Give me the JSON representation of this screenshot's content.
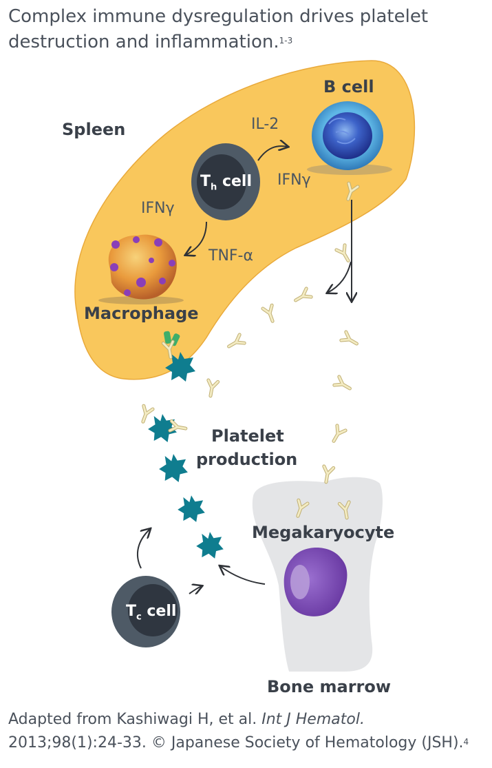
{
  "title": {
    "text": "Complex immune dysregulation drives platelet destruction and inflammation.",
    "ref": "1-3"
  },
  "labels": {
    "spleen": "Spleen",
    "b_cell": "B cell",
    "macrophage": "Macrophage",
    "platelet_production_1": "Platelet",
    "platelet_production_2": "production",
    "megakaryocyte": "Megakaryocyte",
    "bone_marrow": "Bone marrow"
  },
  "cells": {
    "th": {
      "letter": "T",
      "sub": "h",
      "suffix": " cell"
    },
    "tc": {
      "letter": "T",
      "sub": "c",
      "suffix": " cell"
    }
  },
  "cytokines": {
    "il2": "IL-2",
    "ifn_b": "IFNγ",
    "ifn_left": "IFNγ",
    "tnf": "TNF-α"
  },
  "credit": {
    "line1_a": "Adapted from Kashiwagi H, et al. ",
    "line1_journal": "Int J Hematol.",
    "line2": "2013;98(1):24-33. © Japanese Society of Hematology (JSH).",
    "ref": "4"
  },
  "colors": {
    "spleen": "#f9c75c",
    "spleen_edge": "#e9a93a",
    "t_cell_outer": "#4e5a66",
    "t_cell_inner": "#2f3640",
    "platelet": "#0f7d8f",
    "antibody": "#efe2a6",
    "megakaryocyte": "#7a4bb0",
    "bone": "#e3e4e6",
    "receptor": "#3fae6a"
  }
}
